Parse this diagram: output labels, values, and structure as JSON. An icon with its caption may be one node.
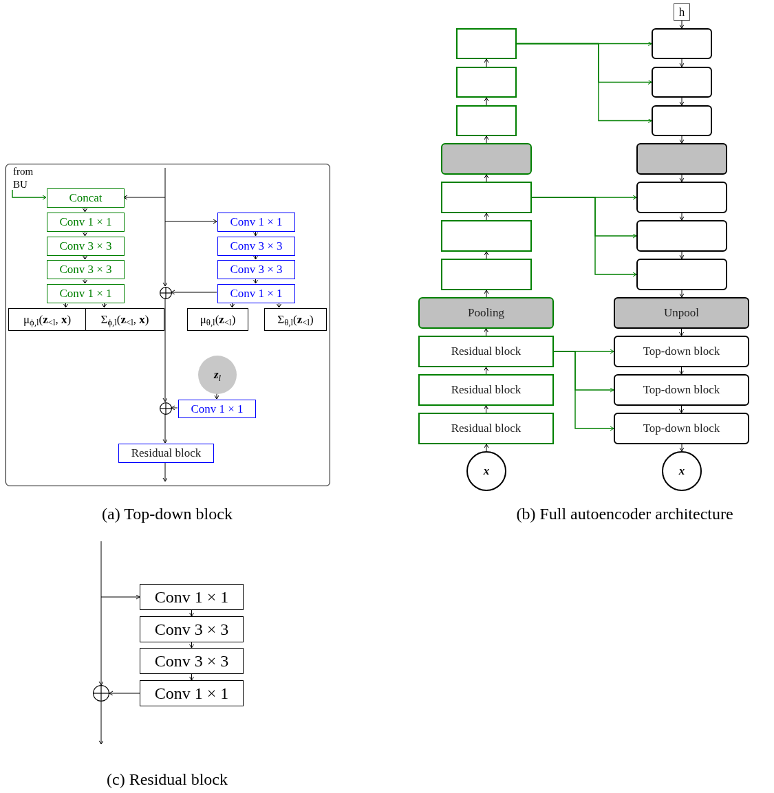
{
  "diagram": {
    "nodes": [
      {
        "text": [],
        "shape": "box"
      },
      {
        "text": [
          "from BU"
        ],
        "in": 0
      },
      {
        "text": [
          "Concat"
        ],
        "in": 0
      },
      {
        "text": [
          "Conv 1 × 1"
        ],
        "in": 0
      },
      {
        "text": [
          "Conv 3 × 3"
        ],
        "in": 0
      },
      {
        "text": [
          "Conv 3 × 3"
        ],
        "in": 0
      },
      {
        "text": [
          "Conv 1 × 1"
        ],
        "in": 0
      },
      {
        "text": [
          "μ$_{ϕ,l}$(**z**$_{<l}$, **x**)"
        ],
        "in": 0
      },
      {
        "text": [
          "Σ$_{ϕ,l}$(**z**$_{<l}$, **x**)"
        ],
        "in": 0
      },
      {
        "text": [
          "Conv 1 × 1"
        ],
        "in": 0
      },
      {
        "text": [
          "Conv 3 × 3"
        ],
        "in": 0
      },
      {
        "text": [
          "Conv 3 × 3"
        ],
        "in": 0
      },
      {
        "text": [
          "Conv 1 × 1"
        ],
        "in": 0
      },
      {
        "text": [
          "μ$_{θ,l}$(**z**$_{<l}$)"
        ],
        "in": 0
      },
      {
        "text": [
          "Σ$_{θ,l}$(**z**$_{<l}$)"
        ],
        "in": 0
      },
      {
        "text": [],
        "shape": "circle",
        "in": 0
      },
      {
        "text": [
          "**z**$_{l}$"
        ],
        "in": 0
      },
      {
        "text": [
          "Conv 1 × 1"
        ],
        "in": 0
      },
      {
        "text": [],
        "shape": "circle",
        "in": 0
      },
      {
        "text": [
          "Residual block"
        ],
        "in": 0
      },
      {
        "text": [],
        "shape": "box"
      },
      {
        "text": [],
        "shape": "box"
      },
      {
        "text": [],
        "shape": "box"
      },
      {
        "text": [],
        "shape": "box"
      },
      {
        "text": [],
        "shape": "box"
      },
      {
        "text": [],
        "shape": "box"
      },
      {
        "text": [],
        "shape": "box"
      },
      {
        "text": [
          "Pooling"
        ]
      },
      {
        "text": [
          "Residual block"
        ]
      },
      {
        "text": [
          "Residual block"
        ]
      },
      {
        "text": [
          "Residual block"
        ]
      },
      {
        "text": [
          "x"
        ]
      },
      {
        "text": [
          "h"
        ]
      },
      {
        "text": [],
        "shape": "box"
      },
      {
        "text": [],
        "shape": "box"
      },
      {
        "text": [],
        "shape": "box"
      },
      {
        "text": [],
        "shape": "box"
      },
      {
        "text": [],
        "shape": "box"
      },
      {
        "text": [],
        "shape": "box"
      },
      {
        "text": [],
        "shape": "box"
      },
      {
        "text": [
          "Unpool"
        ]
      },
      {
        "text": [
          "Top-down block"
        ]
      },
      {
        "text": [
          "Top-down block"
        ]
      },
      {
        "text": [
          "Top-down block"
        ]
      },
      {
        "text": [
          "x"
        ]
      },
      {
        "text": [
          "Conv 1 × 1"
        ]
      },
      {
        "text": [
          "Conv 3 × 3"
        ]
      },
      {
        "text": [
          "Conv 3 × 3"
        ]
      },
      {
        "text": [
          "Conv 1 × 1"
        ]
      },
      {
        "text": [],
        "shape": "circle"
      }
    ],
    "edges": [
      {
        "from": 1,
        "to": 2,
        "arrow": "to",
        "color": "#008000"
      },
      {
        "from": 2,
        "to": 3,
        "arrow": "to"
      },
      {
        "from": 3,
        "to": 4,
        "arrow": "to"
      },
      {
        "from": 4,
        "to": 5,
        "arrow": "to"
      },
      {
        "from": 5,
        "to": 6,
        "arrow": "to"
      },
      {
        "from": 6,
        "to": 7,
        "arrow": "to"
      },
      {
        "from": 6,
        "to": 8,
        "arrow": "to"
      },
      {
        "from": 9,
        "to": 10,
        "arrow": "to"
      },
      {
        "from": 10,
        "to": 11,
        "arrow": "to"
      },
      {
        "from": 11,
        "to": 12,
        "arrow": "to"
      },
      {
        "from": 12,
        "to": 13,
        "arrow": "to"
      },
      {
        "from": 12,
        "to": 14,
        "arrow": "to"
      },
      {
        "from": 12,
        "to": 15,
        "arrow": "to"
      },
      {
        "from": null,
        "to": 15,
        "arrow": "to"
      },
      {
        "from": null,
        "to": 2,
        "arrow": "to"
      },
      {
        "from": null,
        "to": 9,
        "arrow": "to"
      },
      {
        "from": 16,
        "to": 17,
        "arrow": "to"
      },
      {
        "from": 17,
        "to": 18,
        "arrow": "to"
      },
      {
        "from": 15,
        "to": 18,
        "arrow": "to"
      },
      {
        "from": 18,
        "to": 19,
        "arrow": "to"
      },
      {
        "from": 19,
        "to": null,
        "arrow": "to"
      },
      {
        "from": 31,
        "to": 30,
        "arrow": "to"
      },
      {
        "from": 30,
        "to": 29,
        "arrow": "to"
      },
      {
        "from": 29,
        "to": 28,
        "arrow": "to"
      },
      {
        "from": 28,
        "to": 27,
        "arrow": "to"
      },
      {
        "from": 27,
        "to": 26,
        "arrow": "to"
      },
      {
        "from": 26,
        "to": 25,
        "arrow": "to"
      },
      {
        "from": 25,
        "to": 24,
        "arrow": "to"
      },
      {
        "from": 24,
        "to": 23,
        "arrow": "to"
      },
      {
        "from": 23,
        "to": 22,
        "arrow": "to"
      },
      {
        "from": 22,
        "to": 21,
        "arrow": "to"
      },
      {
        "from": 21,
        "to": 20,
        "arrow": "to"
      },
      {
        "from": 32,
        "to": 33,
        "arrow": "to"
      },
      {
        "from": 33,
        "to": 34,
        "arrow": "to"
      },
      {
        "from": 34,
        "to": 35,
        "arrow": "to"
      },
      {
        "from": 35,
        "to": 36,
        "arrow": "to"
      },
      {
        "from": 36,
        "to": 37,
        "arrow": "to"
      },
      {
        "from": 37,
        "to": 38,
        "arrow": "to"
      },
      {
        "from": 38,
        "to": 39,
        "arrow": "to"
      },
      {
        "from": 39,
        "to": 40,
        "arrow": "to"
      },
      {
        "from": 40,
        "to": 41,
        "arrow": "to"
      },
      {
        "from": 41,
        "to": 42,
        "arrow": "to"
      },
      {
        "from": 42,
        "to": 43,
        "arrow": "to"
      },
      {
        "from": 43,
        "to": 44,
        "arrow": "to"
      },
      {
        "from": 20,
        "to": 33,
        "arrow": "to",
        "color": "#008000"
      },
      {
        "from": 20,
        "to": 34,
        "arrow": "to",
        "color": "#008000"
      },
      {
        "from": 20,
        "to": 35,
        "arrow": "to",
        "color": "#008000"
      },
      {
        "from": 24,
        "to": 37,
        "arrow": "to",
        "color": "#008000"
      },
      {
        "from": 24,
        "to": 38,
        "arrow": "to",
        "color": "#008000"
      },
      {
        "from": 24,
        "to": 39,
        "arrow": "to",
        "color": "#008000"
      },
      {
        "from": 28,
        "to": 41,
        "arrow": "to",
        "color": "#008000"
      },
      {
        "from": 28,
        "to": 42,
        "arrow": "to",
        "color": "#008000"
      },
      {
        "from": 28,
        "to": 43,
        "arrow": "to",
        "color": "#008000"
      },
      {
        "from": null,
        "to": 45,
        "arrow": "to"
      },
      {
        "from": 45,
        "to": 46,
        "arrow": "to"
      },
      {
        "from": 46,
        "to": 47,
        "arrow": "to"
      },
      {
        "from": 47,
        "to": 48,
        "arrow": "to"
      },
      {
        "from": 48,
        "to": 49,
        "arrow": "to"
      },
      {
        "from": null,
        "to": 49,
        "arrow": "to"
      },
      {
        "from": 49,
        "to": null,
        "arrow": "to"
      }
    ],
    "labels": [
      "(a) Top-down block",
      "(b) Full autoencoder architecture",
      "(c) Residual block"
    ]
  }
}
